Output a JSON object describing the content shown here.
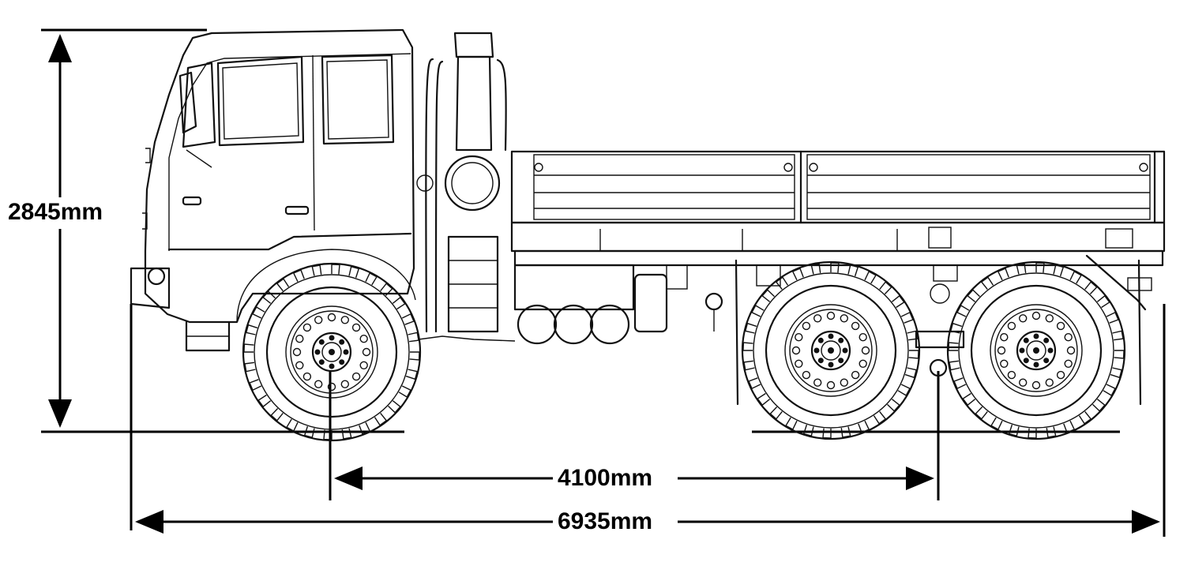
{
  "dimensions": {
    "height_label": "2845mm",
    "wheelbase_label": "4100mm",
    "length_label": "6935mm"
  },
  "colors": {
    "line": "#111111",
    "background": "#ffffff"
  }
}
